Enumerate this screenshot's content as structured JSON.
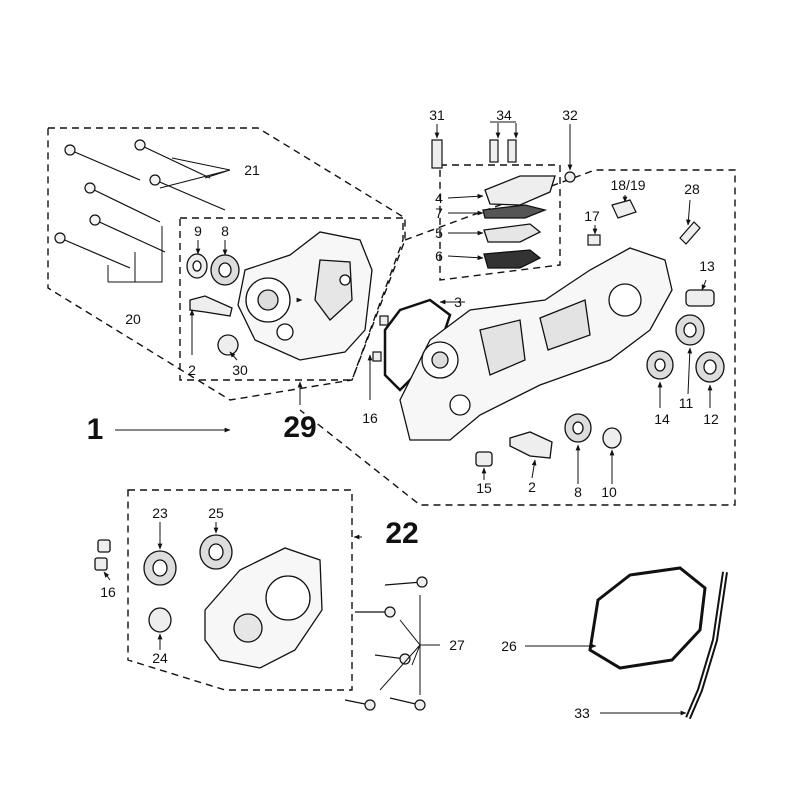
{
  "callouts": {
    "n1": "1",
    "n2a": "2",
    "n2b": "2",
    "n3": "3",
    "n4": "4",
    "n5": "5",
    "n6": "6",
    "n7": "7",
    "n8a": "8",
    "n8b": "8",
    "n9": "9",
    "n10": "10",
    "n11": "11",
    "n12": "12",
    "n13": "13",
    "n14": "14",
    "n15": "15",
    "n16a": "16",
    "n16b": "16",
    "n17": "17",
    "n1819": "18/19",
    "n20": "20",
    "n21": "21",
    "n22": "22",
    "n23": "23",
    "n24": "24",
    "n25": "25",
    "n26": "26",
    "n27": "27",
    "n28": "28",
    "n29": "29",
    "n30": "30",
    "n31": "31",
    "n32": "32",
    "n33": "33",
    "n34": "34"
  },
  "colors": {
    "line": "#111111",
    "fill_light": "#f2f2f2",
    "fill_dark": "#555555"
  }
}
